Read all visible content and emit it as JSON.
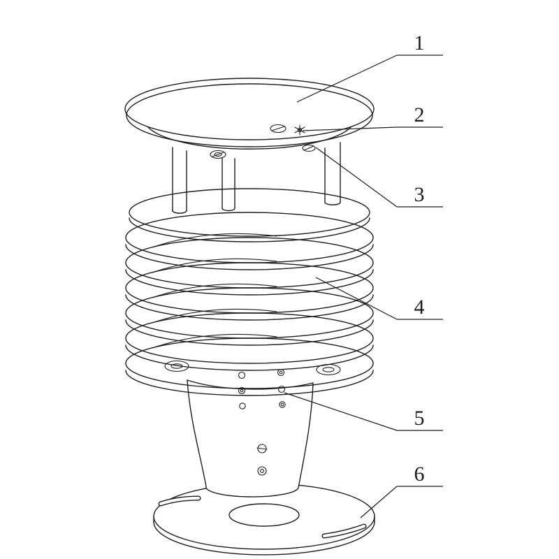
{
  "figure": {
    "type": "technical-drawing",
    "subject": "louvered radiation-shield sensor housing, exploded callout view",
    "colors": {
      "line": "#1c1c1c",
      "background": "#ffffff"
    },
    "callouts": [
      {
        "label": "1"
      },
      {
        "label": "2"
      },
      {
        "label": "3"
      },
      {
        "label": "4"
      },
      {
        "label": "5"
      },
      {
        "label": "6"
      }
    ]
  }
}
